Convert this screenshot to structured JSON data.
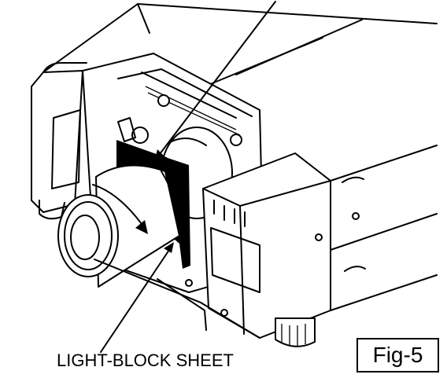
{
  "figure": {
    "callout_label": "LIGHT-BLOCK SHEET",
    "figure_number": "Fig-5"
  },
  "illustration": {
    "subject": "projector-lens-light-block-sheet",
    "icons": [
      "projector-body",
      "lens-barrel",
      "light-block-sheet",
      "rotation-arrow",
      "leader-lines"
    ]
  }
}
